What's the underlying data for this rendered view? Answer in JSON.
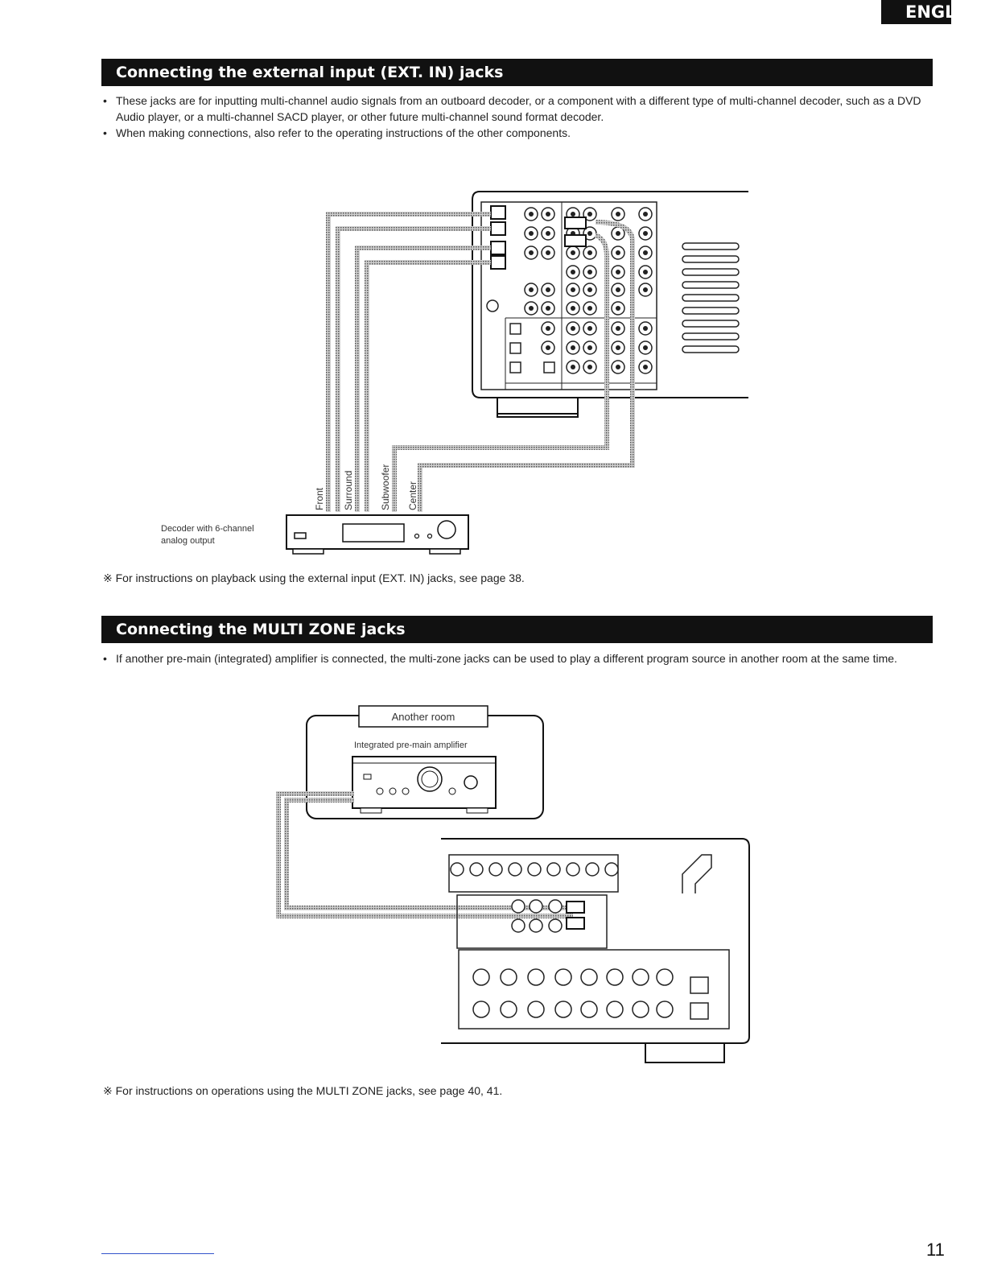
{
  "language_tab": "ENGL",
  "section1": {
    "title": "Connecting the external input (EXT. IN) jacks",
    "bullets": [
      "These jacks are for inputting multi-channel audio signals from an outboard decoder, or a component with a different type of multi-channel decoder, such as a DVD Audio player, or a multi-channel SACD player, or other future multi-channel sound format decoder.",
      "When making connections, also refer to the operating instructions of the other components."
    ],
    "diagram": {
      "decoder_label_line1": "Decoder with 6-channel",
      "decoder_label_line2": "analog output",
      "channel_labels": [
        "Front",
        "Surround",
        "Subwoofer",
        "Center"
      ]
    },
    "note": "※ For instructions on playback using the external input (EXT. IN) jacks, see page 38."
  },
  "section2": {
    "title": "Connecting the MULTI ZONE jacks",
    "bullets": [
      "If another pre-main (integrated) amplifier is connected, the multi-zone jacks can be used to play a different program source in another room at the same time."
    ],
    "diagram": {
      "room_label": "Another room",
      "amplifier_label": "Integrated pre-main amplifier"
    },
    "note": "※ For instructions on operations using the MULTI ZONE jacks, see page 40, 41."
  },
  "page_number": "11"
}
